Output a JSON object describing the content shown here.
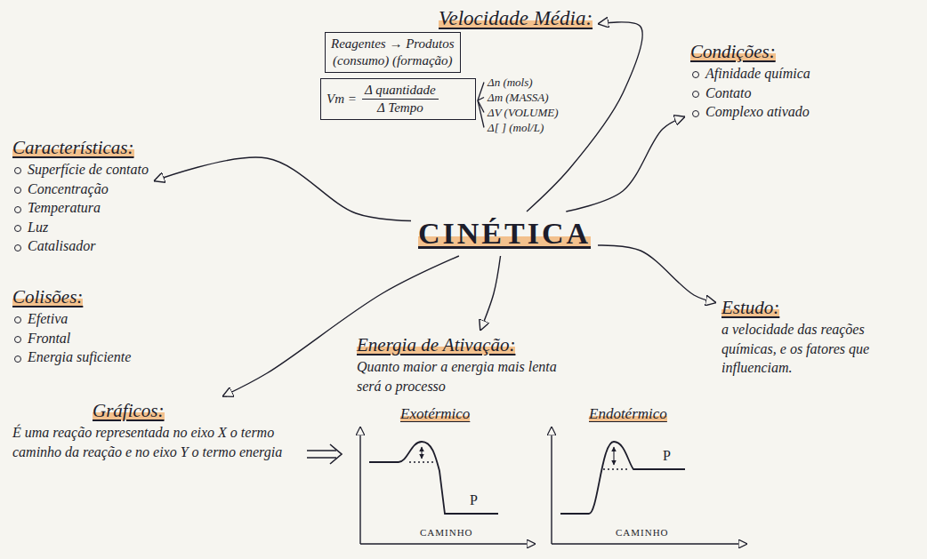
{
  "diagram": {
    "nodes": [
      {
        "text": [
          "CINÉTICA"
        ]
      },
      {
        "text": [
          "Velocidade Média:"
        ]
      },
      {
        "text": [
          "Reagentes → Produtos",
          "(consumo) (formação)"
        ]
      },
      {
        "text": [
          "Vm =",
          "Δ quantidade",
          "Δ Tempo"
        ]
      },
      {
        "text": [
          "Condições:",
          "Afinidade química",
          "Contato",
          "Complexo ativado"
        ]
      },
      {
        "text": [
          "Características:",
          "Superfície de contato",
          "Concentração",
          "Temperatura",
          "Luz",
          "Catalisador"
        ]
      },
      {
        "text": [
          "Colisões:",
          "Efetiva",
          "Frontal",
          "Energia suficiente"
        ]
      },
      {
        "text": [
          "Estudo:",
          "a velocidade das reações químicas, e os fatores que influenciam."
        ]
      },
      {
        "text": [
          "Energia de Ativação:",
          "Quanto maior a energia mais lenta será o processo"
        ]
      },
      {
        "text": [
          "Gráficos:",
          "É uma reação representada no eixo X o termo caminho da reação e no eixo Y o termo energia"
        ]
      }
    ],
    "edges": [
      {
        "from": 0,
        "to": 1,
        "arrow": "to"
      },
      {
        "from": 0,
        "to": 4,
        "arrow": "to"
      },
      {
        "from": 0,
        "to": 5,
        "arrow": "to"
      },
      {
        "from": 0,
        "to": 7,
        "arrow": "to"
      },
      {
        "from": 0,
        "to": 8,
        "arrow": "to"
      },
      {
        "from": 0,
        "to": 9,
        "arrow": "to"
      }
    ],
    "labels": [
      "Δn (mols)",
      "Δm (MASSA)",
      "ΔV (VOLUME)",
      "Δ[ ] (mol/L)",
      "Exotérmico",
      "Endotérmico",
      "P",
      "P",
      "CAMINHO",
      "CAMINHO"
    ]
  }
}
